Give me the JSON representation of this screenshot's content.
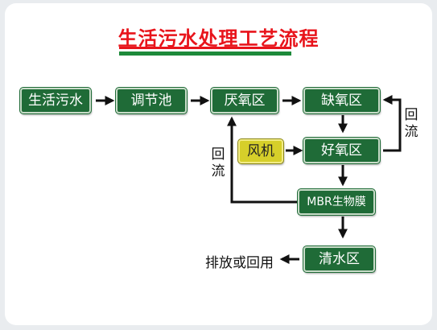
{
  "title": "生活污水处理工艺流程",
  "nodes": {
    "sewage": "生活污水",
    "regulating_tank": "调节池",
    "anaerobic": "厌氧区",
    "anoxic": "缺氧区",
    "blower": "风机",
    "aerobic": "好氧区",
    "mbr": "MBR生物膜",
    "clear_water": "清水区",
    "discharge": "排放或回用"
  },
  "recirculation_left": "回流",
  "recirculation_right": "回流",
  "colors": {
    "title": "#e8141b",
    "box_green": "#1f6b37",
    "box_yellow": "#d6cf2a",
    "arrow": "#111111"
  }
}
